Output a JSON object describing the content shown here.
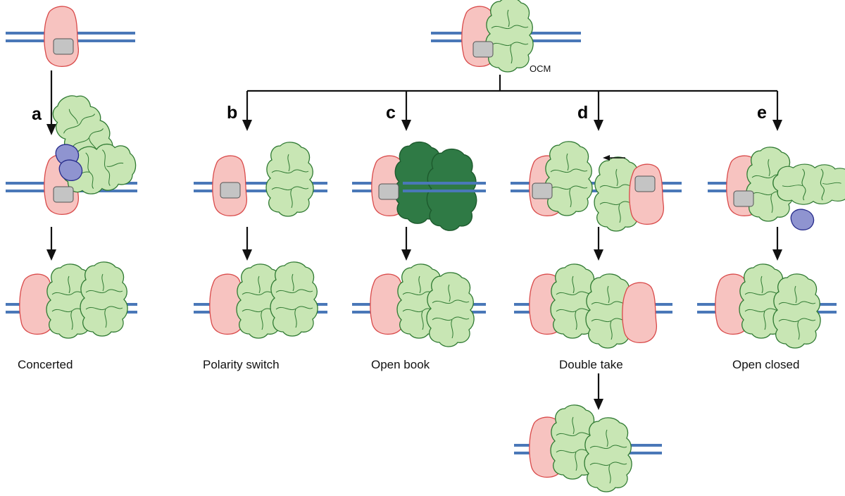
{
  "labels": {
    "ocm": "OCM",
    "panels": [
      {
        "letter": "a",
        "caption": "Concerted"
      },
      {
        "letter": "b",
        "caption": "Polarity switch"
      },
      {
        "letter": "c",
        "caption": "Open book"
      },
      {
        "letter": "d",
        "caption": "Double take"
      },
      {
        "letter": "e",
        "caption": "Open closed"
      }
    ]
  },
  "colors": {
    "dna": "#4a78b8",
    "orc_fill": "#f7c3c0",
    "orc_stroke": "#d94a4a",
    "mcm_fill": "#c8e6b4",
    "mcm_stroke": "#2f7a32",
    "mcm_dark_fill": "#2f7a45",
    "cdc6_fill": "#c4c4c4",
    "cdt1_fill": "#8f94d0",
    "cdt1_stroke": "#252a8a"
  }
}
